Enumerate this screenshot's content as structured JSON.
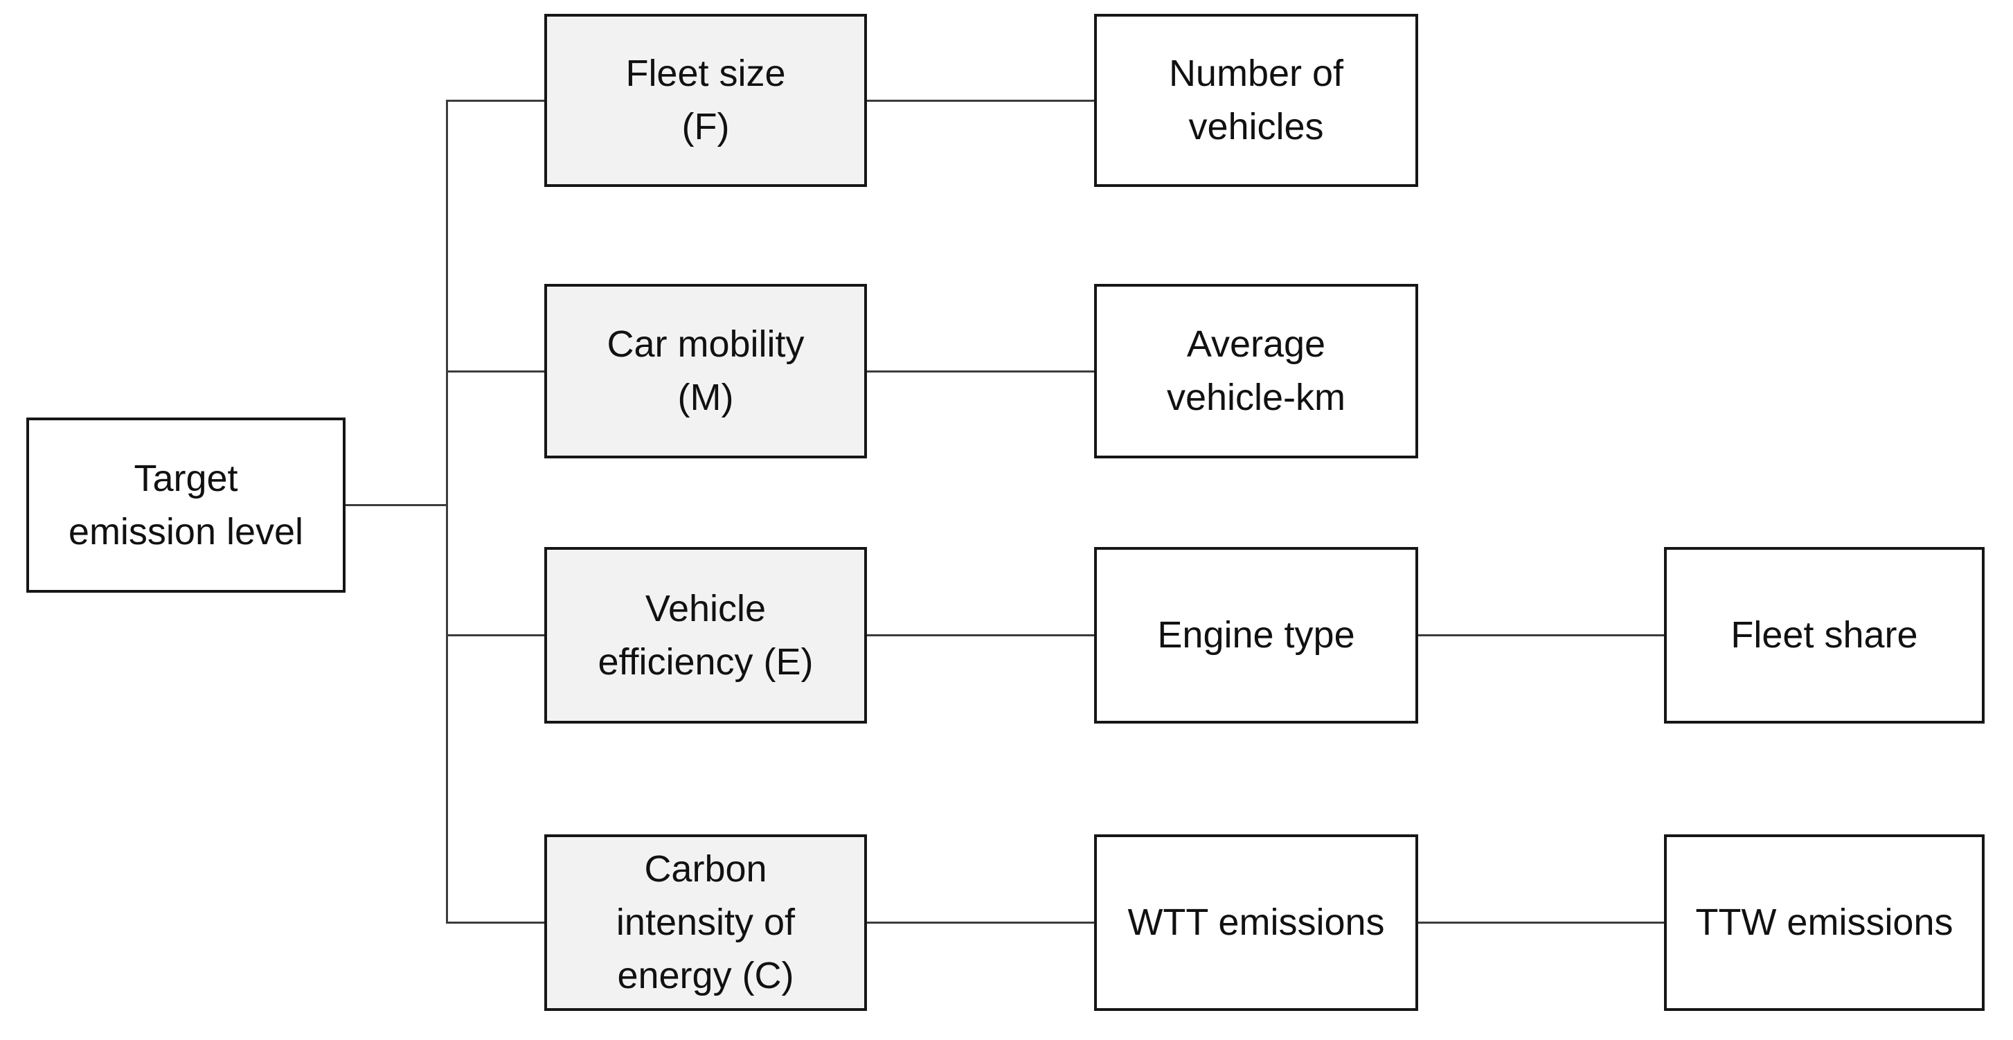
{
  "colors": {
    "background": "#ffffff",
    "box_border": "#161616",
    "connector": "#3c3c3c",
    "driver_fill": "#f2f2f2",
    "leaf_fill": "#ffffff",
    "text": "#111111"
  },
  "nodes": {
    "target": {
      "label": "Target\nemission level"
    },
    "fleet_size": {
      "label": "Fleet size\n(F)"
    },
    "car_mobility": {
      "label": "Car mobility\n(M)"
    },
    "vehicle_efficiency": {
      "label": "Vehicle\nefficiency (E)"
    },
    "carbon_intensity": {
      "label": "Carbon\nintensity of\nenergy (C)"
    },
    "number_of_vehicles": {
      "label": "Number of\nvehicles"
    },
    "average_vehicle_km": {
      "label": "Average\nvehicle-km"
    },
    "engine_type": {
      "label": "Engine type"
    },
    "fleet_share": {
      "label": "Fleet share"
    },
    "wtt_emissions": {
      "label": "WTT emissions"
    },
    "ttw_emissions": {
      "label": "TTW emissions"
    }
  },
  "edges": [
    {
      "from": "target",
      "to": "fleet_size"
    },
    {
      "from": "target",
      "to": "car_mobility"
    },
    {
      "from": "target",
      "to": "vehicle_efficiency"
    },
    {
      "from": "target",
      "to": "carbon_intensity"
    },
    {
      "from": "fleet_size",
      "to": "number_of_vehicles"
    },
    {
      "from": "car_mobility",
      "to": "average_vehicle_km"
    },
    {
      "from": "vehicle_efficiency",
      "to": "engine_type"
    },
    {
      "from": "engine_type",
      "to": "fleet_share"
    },
    {
      "from": "carbon_intensity",
      "to": "wtt_emissions"
    },
    {
      "from": "wtt_emissions",
      "to": "ttw_emissions"
    }
  ]
}
